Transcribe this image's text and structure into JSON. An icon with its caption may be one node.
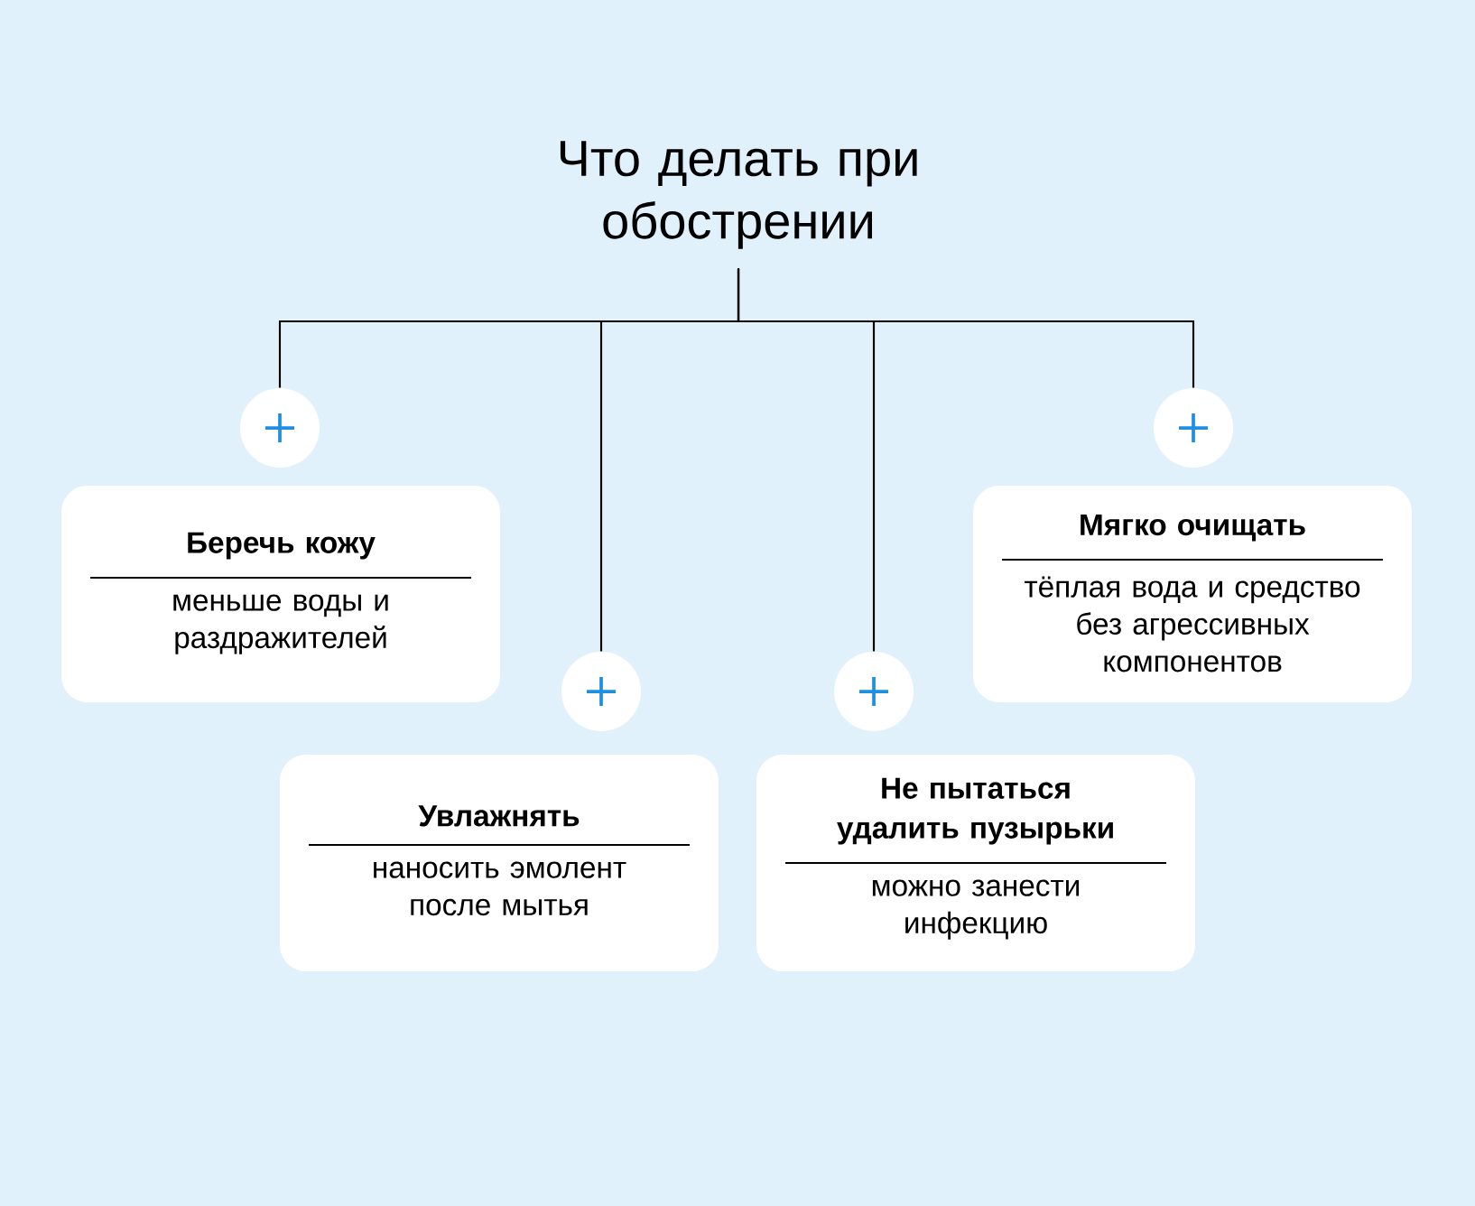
{
  "diagram": {
    "nodes": [
      {
        "text": [
          "Что делать при обострении"
        ]
      },
      {
        "text": [],
        "shape": "circle"
      },
      {
        "text": [
          "Беречь кожу",
          "меньше воды и раздражителей"
        ]
      },
      {
        "text": [],
        "shape": "circle"
      },
      {
        "text": [
          "Увлажнять",
          "наносить эмолент после мытья"
        ]
      },
      {
        "text": [],
        "shape": "circle"
      },
      {
        "text": [
          "Не пытаться удалить пузырьки",
          "можно занести инфекцию"
        ]
      },
      {
        "text": [],
        "shape": "circle"
      },
      {
        "text": [
          "Мягко очищать",
          "тёплая вода и средство без агрессивных компонентов"
        ]
      }
    ],
    "edges": [
      {
        "from": 0,
        "to": 1,
        "arrow": "none"
      },
      {
        "from": 0,
        "to": 3,
        "arrow": "none"
      },
      {
        "from": 0,
        "to": 5,
        "arrow": "none"
      },
      {
        "from": 0,
        "to": 7,
        "arrow": "none"
      }
    ]
  }
}
